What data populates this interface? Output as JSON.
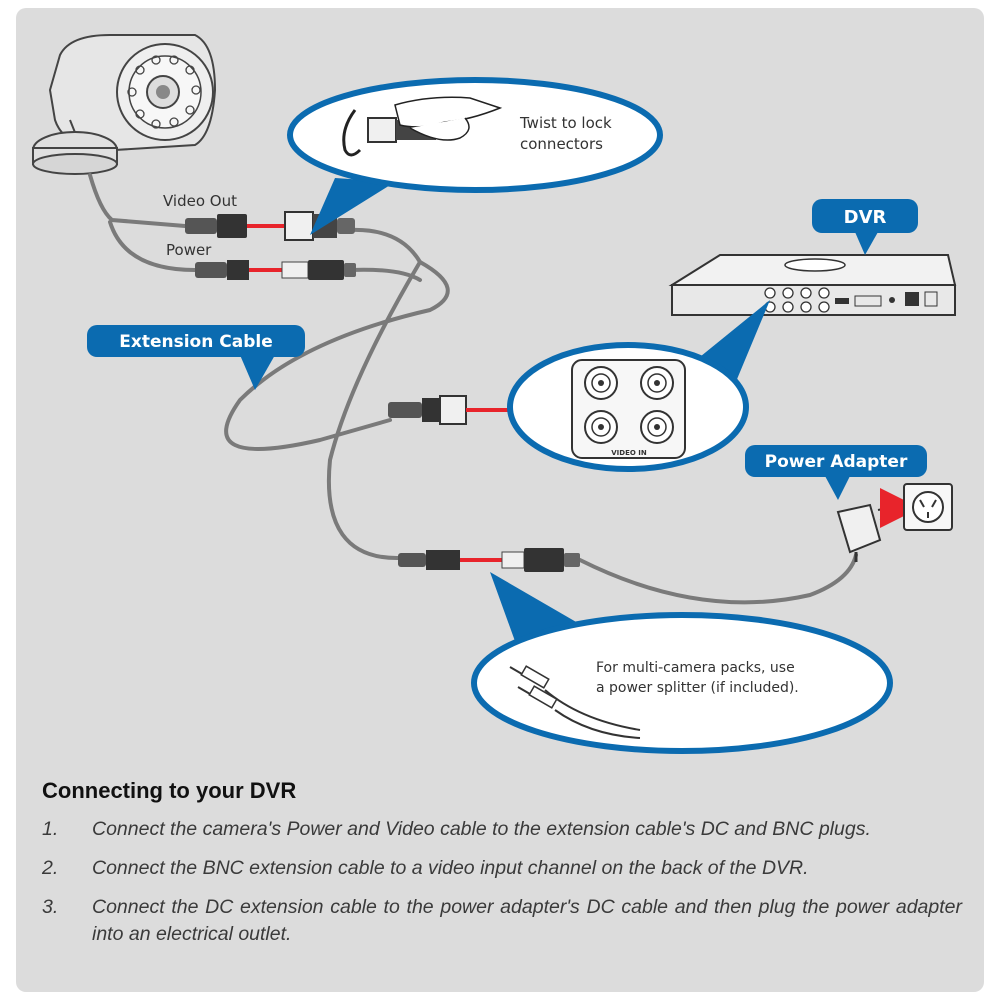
{
  "callouts": {
    "twist_line1": "Twist to lock",
    "twist_line2": "connectors",
    "video_out": "Video Out",
    "power": "Power",
    "extension_cable": "Extension Cable",
    "dvr": "DVR",
    "video_in": "VIDEO IN",
    "power_adapter": "Power Adapter",
    "splitter_line1": "For multi-camera packs, use",
    "splitter_line2": "a power splitter (if included)."
  },
  "colors": {
    "accent_blue": "#0b6bb0",
    "connector_red": "#e8242b",
    "cable_gray": "#7a7a7a"
  },
  "instructions": {
    "title": "Connecting to your DVR",
    "steps": [
      {
        "num": "1.",
        "text": "Connect the camera's Power and Video cable to the extension cable's DC and BNC plugs."
      },
      {
        "num": "2.",
        "text": "Connect the BNC extension cable to a video input channel on the back of the DVR."
      },
      {
        "num": "3.",
        "text": "Connect the DC extension cable to the power adapter's DC cable and then plug the power adapter into an electrical outlet."
      }
    ]
  }
}
